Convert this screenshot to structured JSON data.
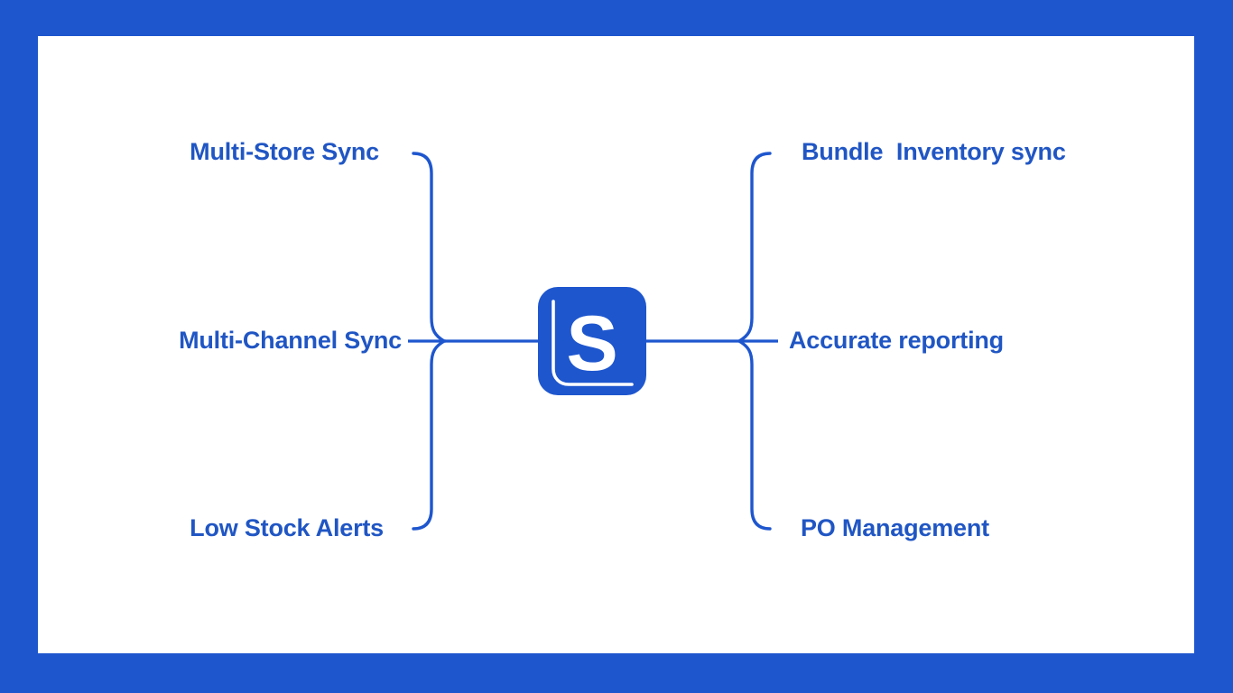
{
  "canvas": {
    "background_color": "#1E56CE",
    "card_color": "#FFFFFF",
    "accent_color": "#1E56CE",
    "label_color": "#2056C4"
  },
  "center": {
    "logo_letter": "S",
    "logo_name": "s-logo",
    "logo_background": "#1E56CE",
    "logo_mark_color": "#FFFFFF"
  },
  "left_branch": {
    "items": [
      {
        "label": "Multi-Store Sync"
      },
      {
        "label": "Multi-Channel Sync"
      },
      {
        "label": "Low Stock Alerts"
      }
    ]
  },
  "right_branch": {
    "items": [
      {
        "label": "Bundle  Inventory sync"
      },
      {
        "label": "Accurate reporting"
      },
      {
        "label": "PO Management"
      }
    ]
  }
}
